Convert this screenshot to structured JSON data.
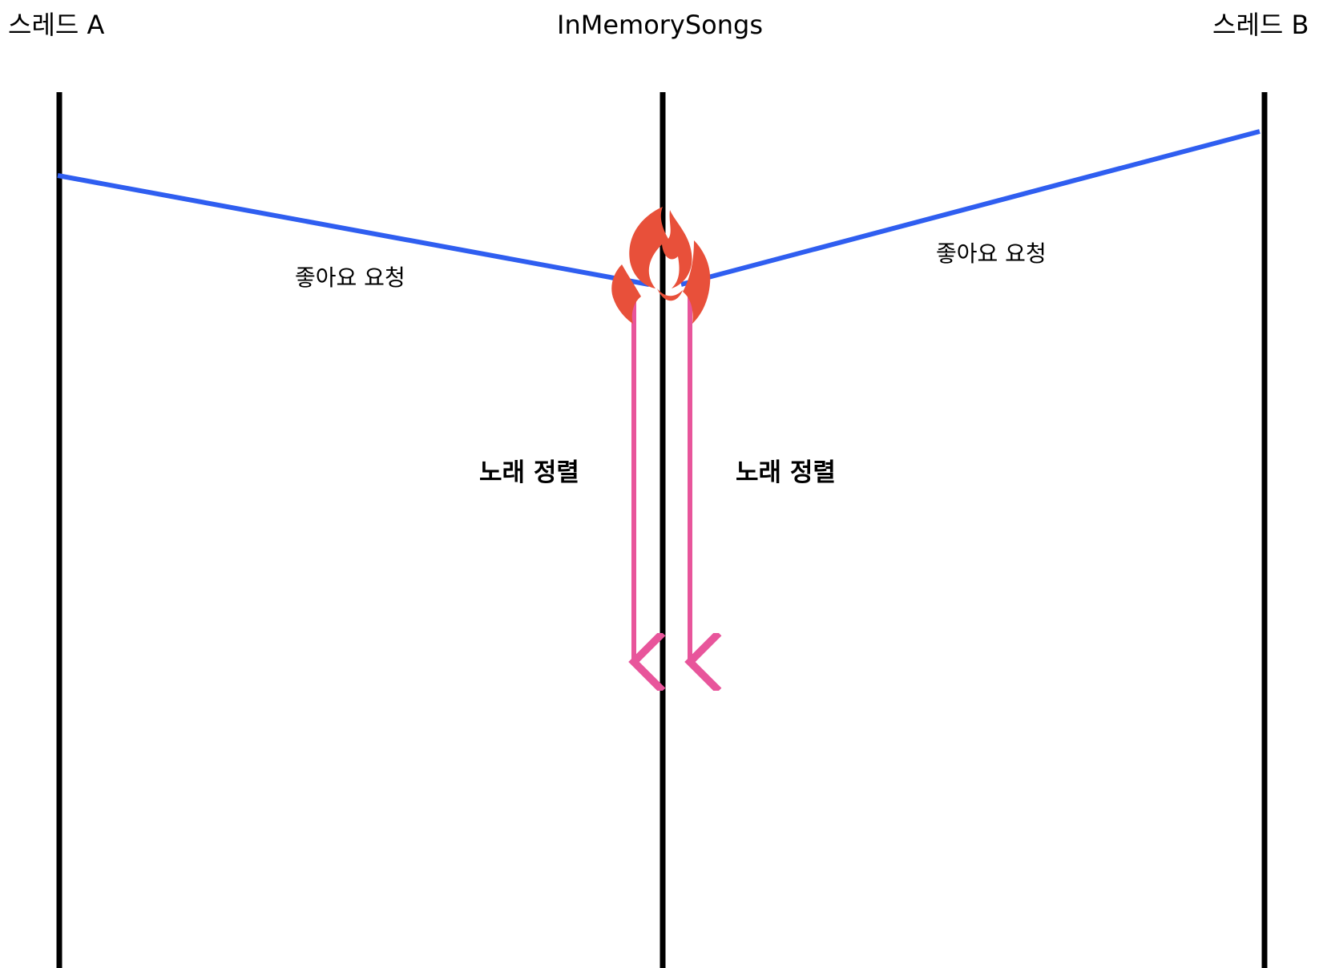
{
  "lanes": {
    "thread_a": "스레드 A",
    "shared": "InMemorySongs",
    "thread_b": "스레드 B"
  },
  "messages": {
    "like_request_a": "좋아요 요청",
    "like_request_b": "좋아요 요청",
    "sort_a": "노래 정렬",
    "sort_b": "노래 정렬"
  },
  "icons": {
    "conflict": "fire-icon"
  },
  "colors": {
    "lifeline": "#000000",
    "request": "#2f5ef0",
    "sort": "#e8559b",
    "fire_outer": "#e8503a"
  }
}
